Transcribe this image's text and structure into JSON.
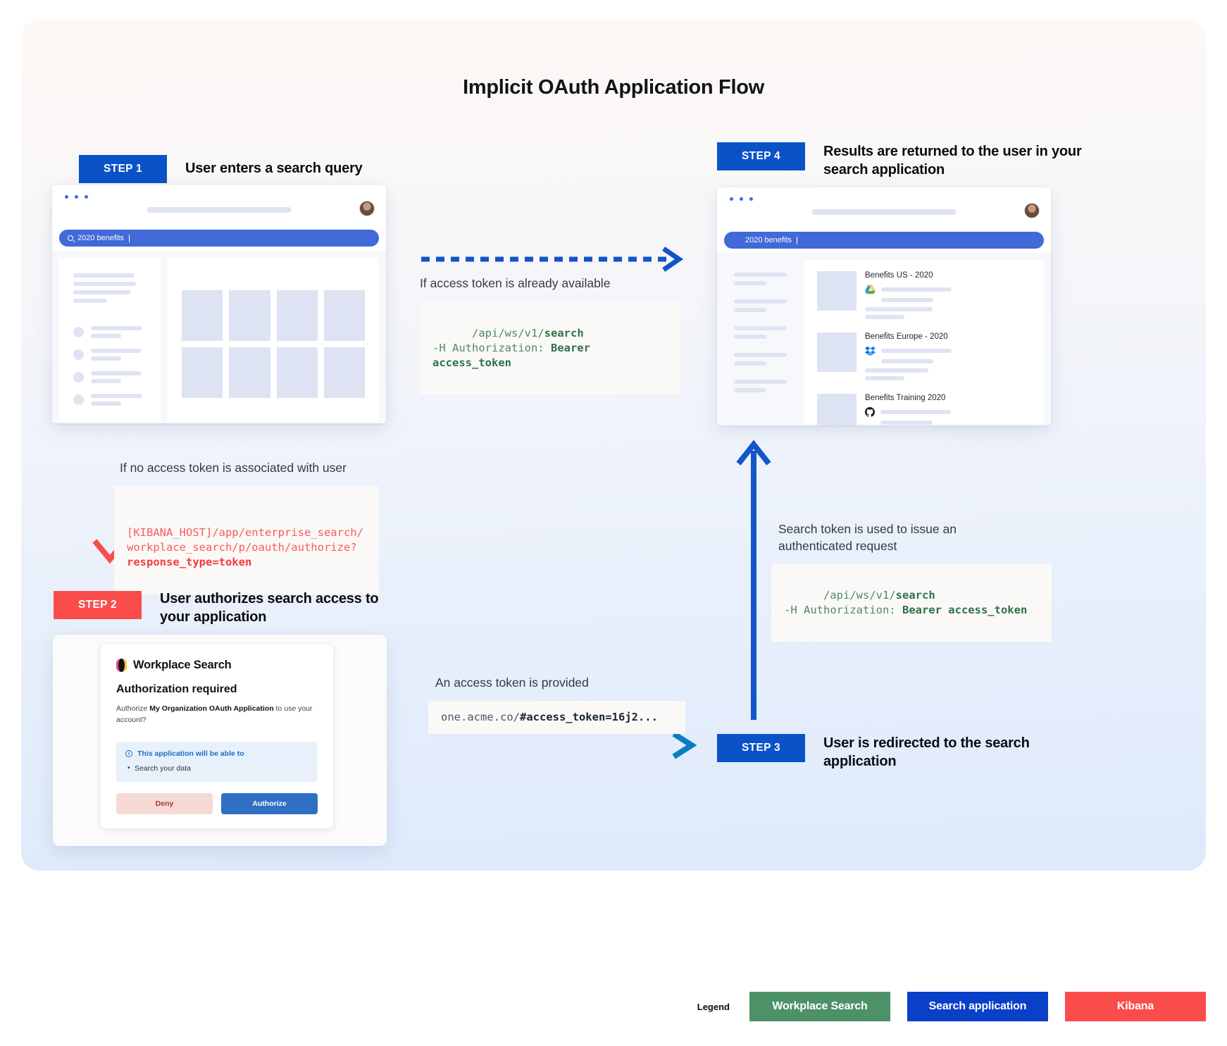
{
  "title": "Implicit OAuth Application Flow",
  "steps": {
    "step1": {
      "chip": "STEP 1",
      "text": "User enters a search query"
    },
    "step2": {
      "chip": "STEP 2",
      "text": "User authorizes search access to your application"
    },
    "step3": {
      "chip": "STEP 3",
      "text": "User is redirected to the search application"
    },
    "step4": {
      "chip": "STEP 4",
      "text": "Results are returned to the user in your search application"
    }
  },
  "browser1": {
    "query": "2020 benefits",
    "search_icon": "search-icon"
  },
  "browser2": {
    "query": "2020 benefits",
    "results": [
      {
        "title": "Benefits US - 2020",
        "source_icon": "google-drive-icon"
      },
      {
        "title": "Benefits Europe - 2020",
        "source_icon": "dropbox-icon"
      },
      {
        "title": "Benefits Training 2020",
        "source_icon": "github-icon"
      }
    ]
  },
  "annotations": {
    "token_available": "If access token is already available",
    "no_token": "If no access token is associated with user",
    "token_provided": "An access token is provided",
    "authed_request": "Search token is used to issue an authenticated request"
  },
  "code": {
    "search_api_top": {
      "line1_plain": "/api/ws/v1/",
      "line1_bold": "search",
      "line2_plain": "-H Authorization: ",
      "line2_bold": "Bearer access_token"
    },
    "search_api_right": {
      "line1_plain": "/api/ws/v1/",
      "line1_bold": "search",
      "line2_plain": "-H Authorization: ",
      "line2_bold": "Bearer access_token"
    },
    "authorize_url": {
      "line1": "[KIBANA_HOST]/app/enterprise_search/",
      "line2": "workplace_search/p/oauth/authorize?",
      "line3_bold": "response_type=token"
    },
    "redirect_url": {
      "plain": "one.acme.co/",
      "bold": "#access_token=16j2..."
    }
  },
  "auth_dialog": {
    "brand": "Workplace Search",
    "heading": "Authorization required",
    "body_prefix": "Authorize ",
    "body_app": "My Organization OAuth Application",
    "body_suffix": " to use your account?",
    "permissions_heading": "This application will be able to",
    "permissions": [
      "Search your data"
    ],
    "deny_label": "Deny",
    "authorize_label": "Authorize"
  },
  "legend": {
    "label": "Legend",
    "items": [
      {
        "label": "Workplace Search",
        "color": "#4d9168"
      },
      {
        "label": "Search application",
        "color": "#0a3fc8"
      },
      {
        "label": "Kibana",
        "color": "#fb4c4c"
      }
    ]
  },
  "colors": {
    "blue": "#0a53c7",
    "red": "#fb4c4c",
    "green": "#4d9168",
    "code_green": "#4f8a63",
    "code_red": "#fb5a5a"
  }
}
